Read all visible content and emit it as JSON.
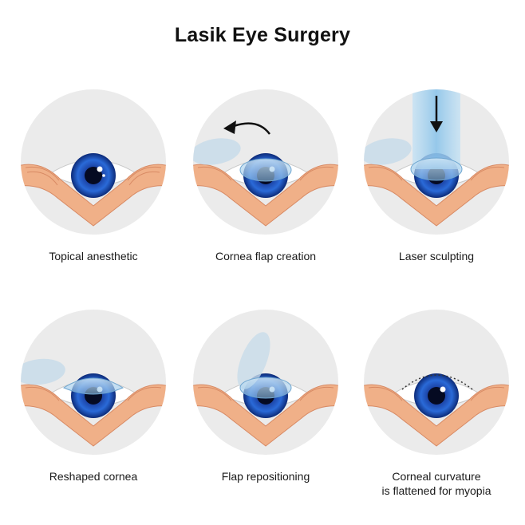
{
  "title": "Lasik Eye Surgery",
  "steps": [
    {
      "label": "Topical anesthetic"
    },
    {
      "label": "Cornea flap creation"
    },
    {
      "label": "Laser sculpting"
    },
    {
      "label": "Reshaped cornea"
    },
    {
      "label": "Flap repositioning"
    },
    {
      "label_line1": "Corneal curvature",
      "label_line2": "is flattened for myopia"
    }
  ],
  "colors": {
    "circle_bg": "#ebebeb",
    "skin": "#f0b088",
    "skin_outline": "#d88a64",
    "iris": "#1e56c0",
    "iris_dark": "#0c2a78",
    "pupil": "#050a22",
    "lens": "#a9cfe8",
    "laser": "#8cc4ea"
  },
  "icons": [
    "eye-icon",
    "arrow-curved-icon",
    "arrow-down-icon",
    "laser-beam-icon",
    "corneal-flap-icon",
    "dotted-curve-icon"
  ]
}
